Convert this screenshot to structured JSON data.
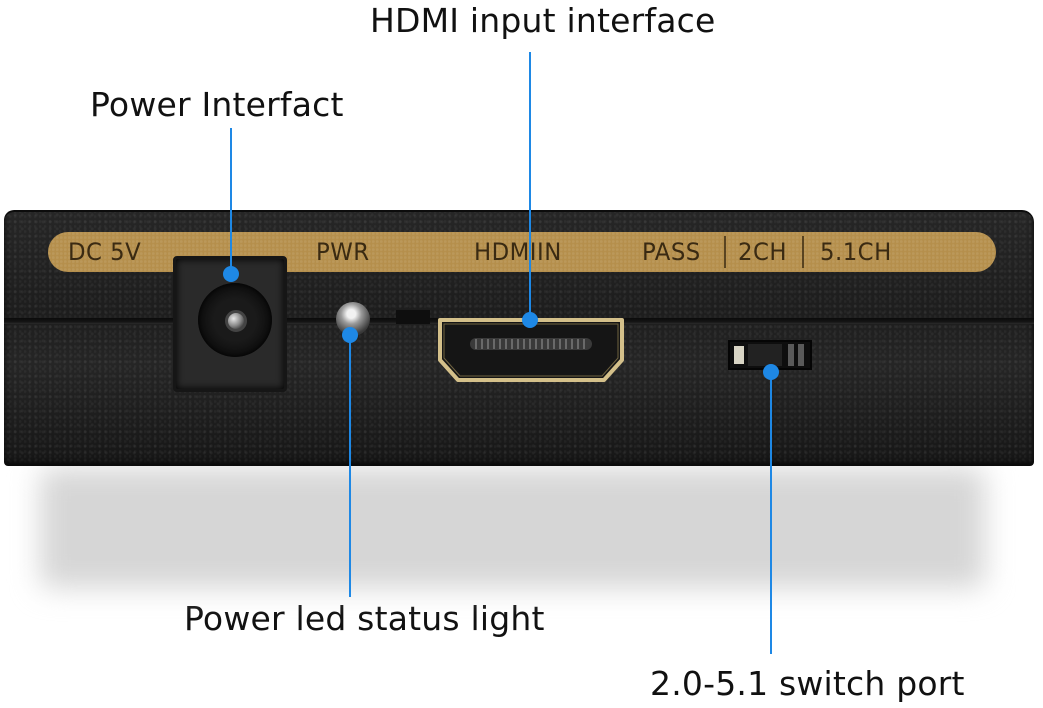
{
  "callouts": {
    "hdmi_input": "HDMI input interface",
    "power_interface": "Power Interfact",
    "power_led": "Power led status light",
    "switch_port": "2.0-5.1 switch port"
  },
  "panel_labels": {
    "dc": "DC 5V",
    "pwr": "PWR",
    "hdmi_in": "HDMIIN",
    "pass": "PASS",
    "ch2": "2CH",
    "ch51": "5.1CH"
  },
  "colors": {
    "leader_line": "#1e88e5",
    "label_strip": "#b58f4c",
    "device_body": "#222222",
    "hdmi_gold": "#d4c08a"
  }
}
